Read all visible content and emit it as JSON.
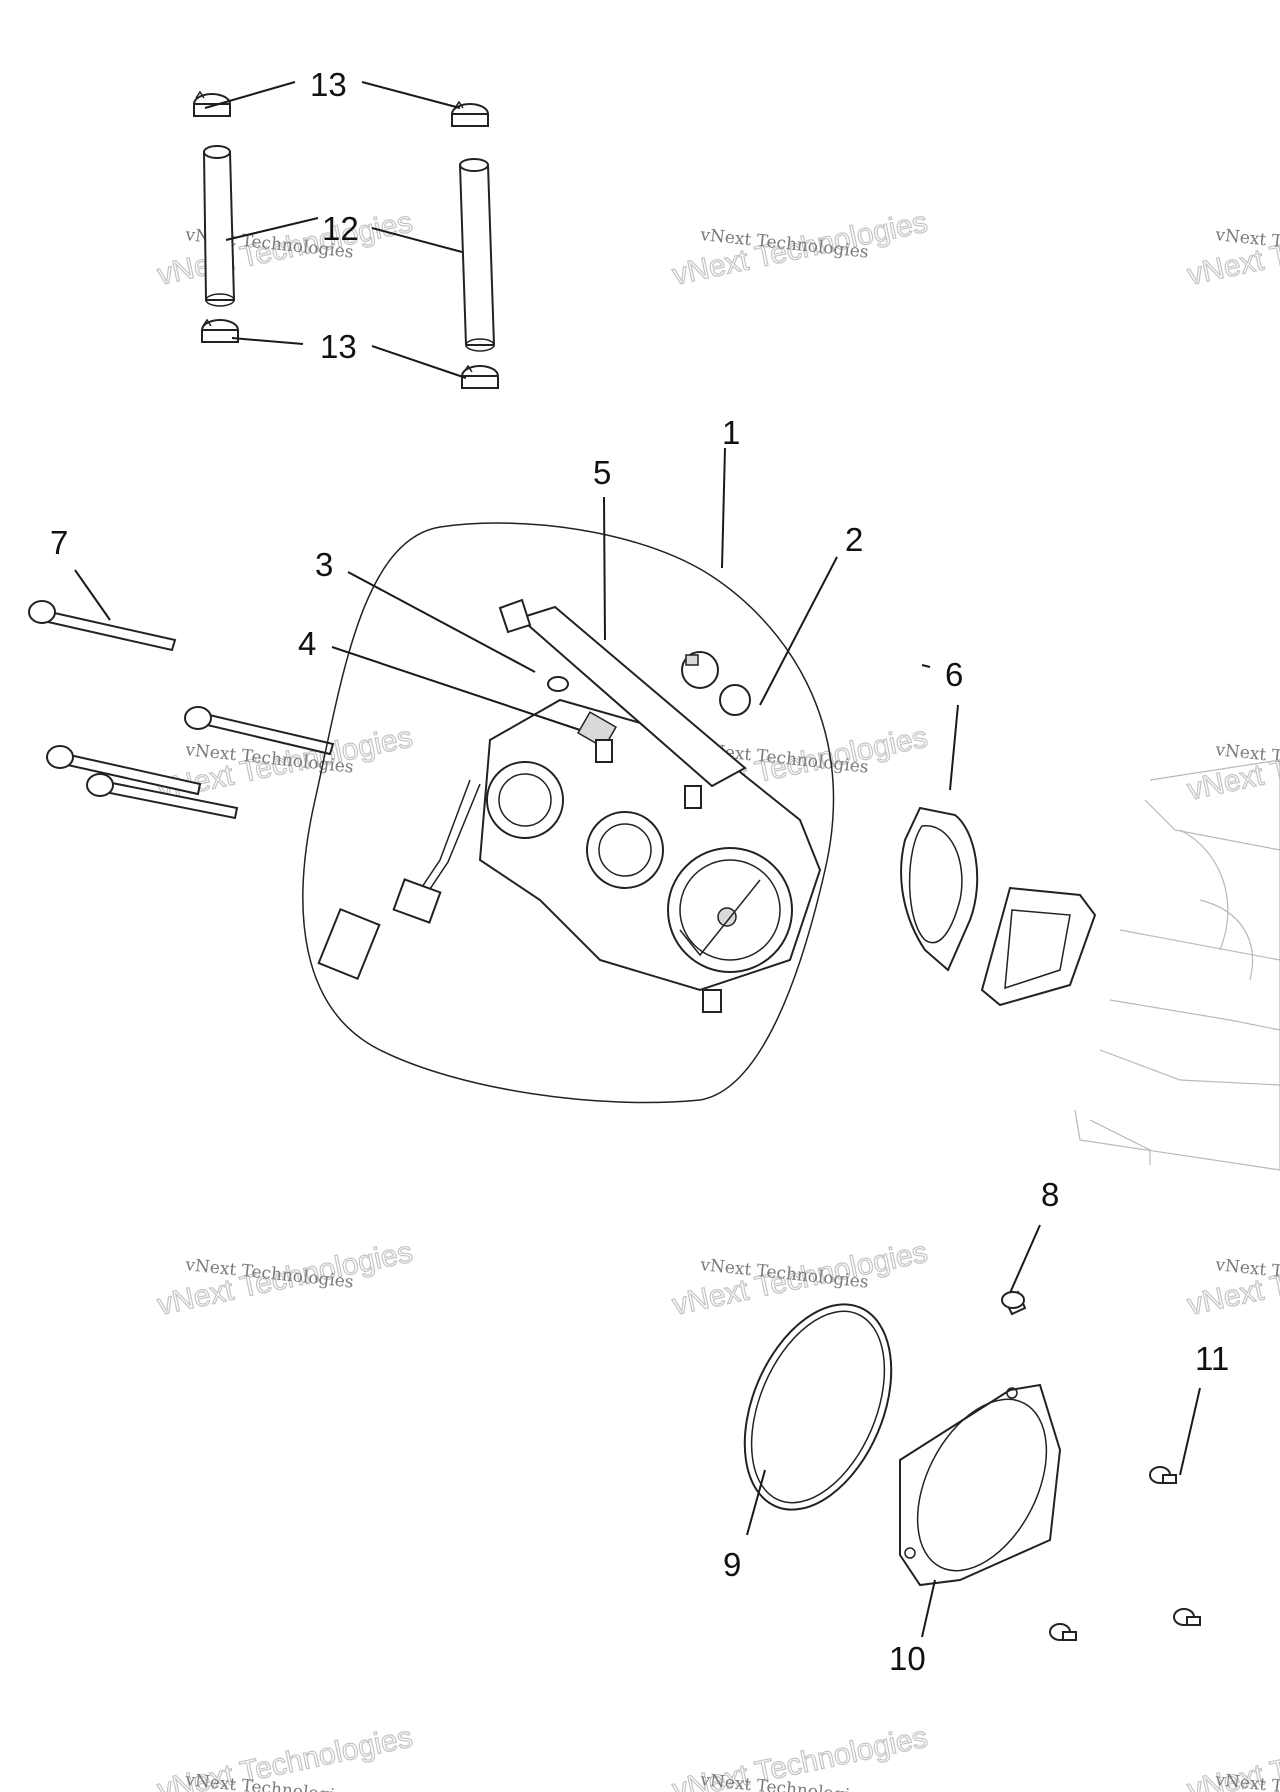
{
  "callouts": {
    "c1": "1",
    "c2": "2",
    "c3": "3",
    "c4": "4",
    "c5": "5",
    "c6": "6",
    "c7": "7",
    "c8": "8",
    "c9": "9",
    "c10": "10",
    "c11": "11",
    "c12": "12",
    "c13a": "13",
    "c13b": "13"
  },
  "watermark": {
    "line1": "vNext Technologies",
    "line2": "vNext Technologies"
  },
  "colors": {
    "line": "#222222",
    "watermark": "#7a7a7a",
    "background": "#ffffff"
  }
}
